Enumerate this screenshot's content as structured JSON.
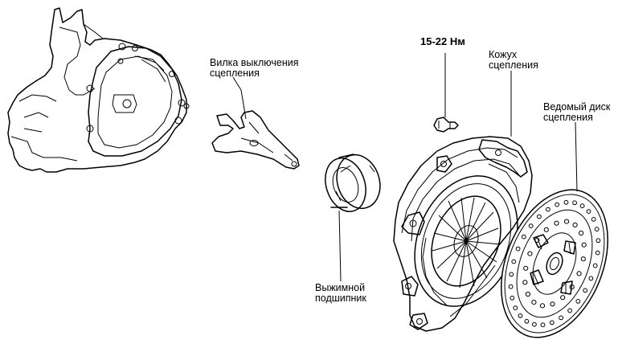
{
  "labels": {
    "fork": [
      "Вилка выключения",
      "сцепления"
    ],
    "torque": "15-22 Нм",
    "cover": [
      "Кожух",
      "сцепления"
    ],
    "disc": [
      "Ведомый диск",
      "сцепления"
    ],
    "bearing": [
      "Выжимной",
      "подшипник"
    ]
  }
}
